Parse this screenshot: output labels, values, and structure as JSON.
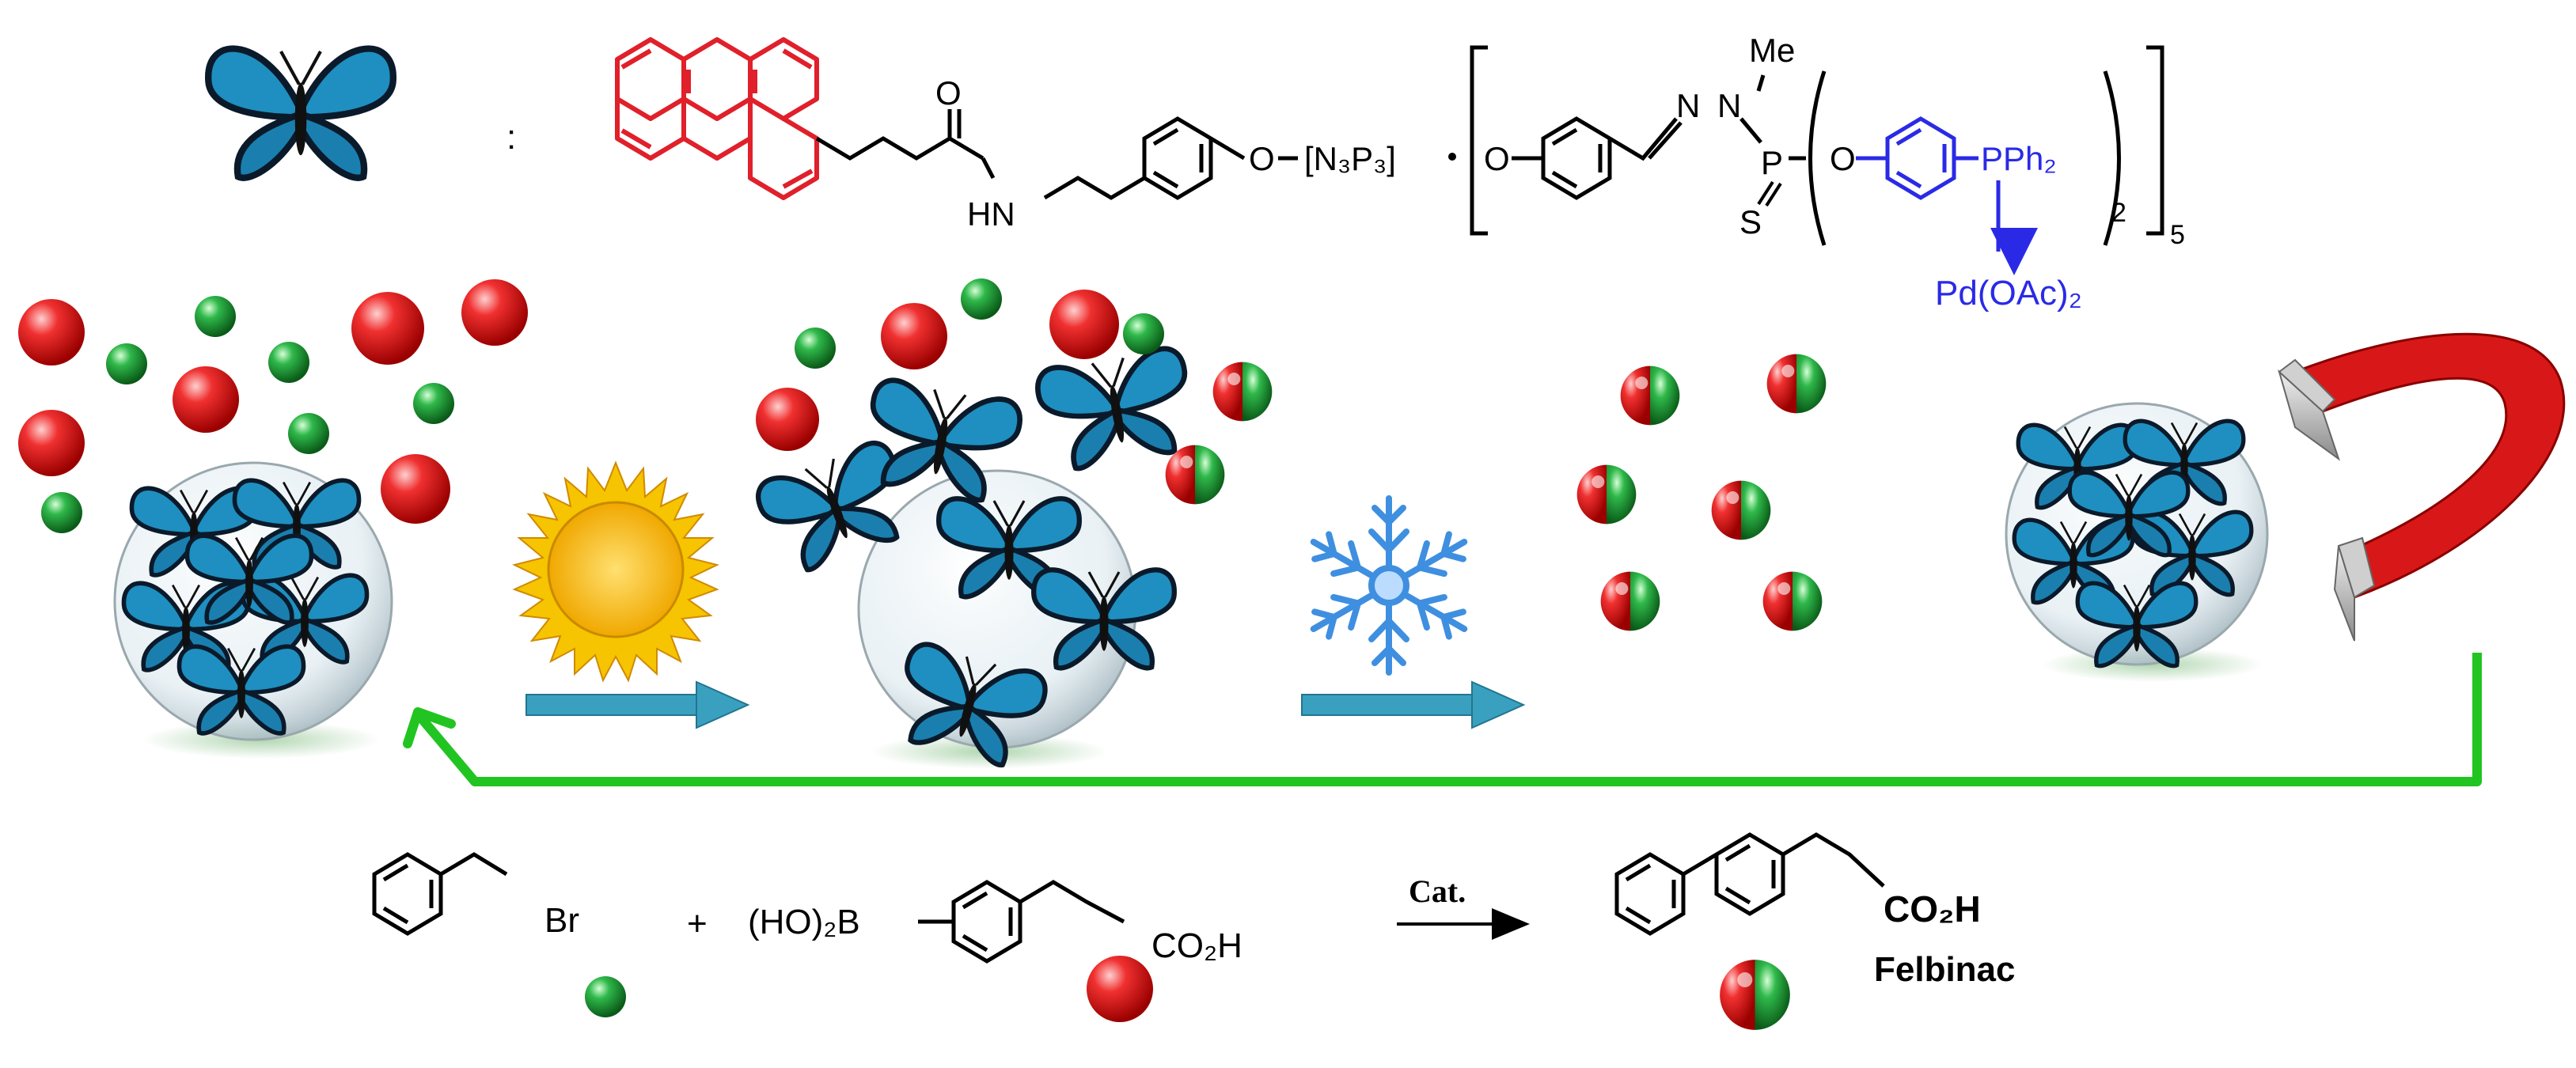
{
  "top_row": {
    "separator": ":",
    "amide_o": "O",
    "amide_nh": "HN",
    "link_o1": "O",
    "n3p3": "[N₃P₃]",
    "link_o2": "O",
    "hydrazone_n1": "N",
    "hydrazone_n2": "N",
    "methyl": "Me",
    "p_atom": "P",
    "s_atom": "S",
    "link_o3": "O",
    "pph2": "PPh₂",
    "sub2": "2",
    "sub5": "5",
    "pdoac": "Pd(OAc)₂"
  },
  "reaction": {
    "br": "Br",
    "plus": "+",
    "boronic": "(HO)₂B",
    "co2h_reactant": "CO₂H",
    "catalyst": "Cat.",
    "co2h_product": "CO₂H",
    "product_name": "Felbinac"
  },
  "colors": {
    "red_highlight": "#e0202a",
    "blue_highlight": "#2a2ae6",
    "arrow_teal": "#3aa0c0",
    "recycle_green": "#22c422",
    "sun_yellow": "#f6c400",
    "snow_blue": "#3f8fe0",
    "magnet_red": "#d81818"
  }
}
